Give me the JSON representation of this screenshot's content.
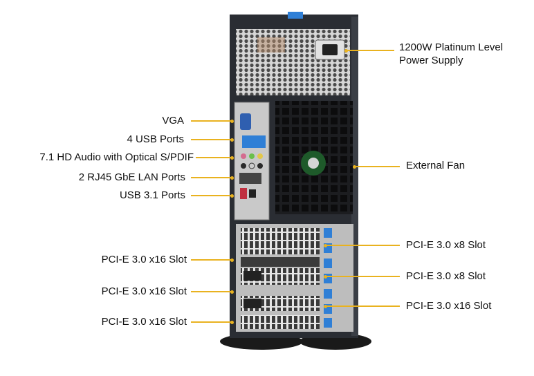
{
  "left_labels": [
    {
      "id": "vga",
      "text": "VGA"
    },
    {
      "id": "usb",
      "text": "4 USB Ports"
    },
    {
      "id": "audio",
      "text": "7.1 HD Audio with Optical S/PDIF"
    },
    {
      "id": "lan",
      "text": "2 RJ45 GbE LAN Ports"
    },
    {
      "id": "usb31",
      "text": "USB 3.1 Ports"
    },
    {
      "id": "pcie1",
      "text": "PCI-E 3.0 x16 Slot"
    },
    {
      "id": "pcie2",
      "text": "PCI-E 3.0 x16 Slot"
    },
    {
      "id": "pcie3",
      "text": "PCI-E 3.0 x16 Slot"
    }
  ],
  "right_labels": [
    {
      "id": "psu",
      "text": "1200W Platinum Level\nPower Supply"
    },
    {
      "id": "fan",
      "text": "External Fan"
    },
    {
      "id": "pcie_r1",
      "text": "PCI-E 3.0 x8 Slot"
    },
    {
      "id": "pcie_r2",
      "text": "PCI-E 3.0 x8 Slot"
    },
    {
      "id": "pcie_r3",
      "text": "PCI-E 3.0 x16 Slot"
    }
  ],
  "colors": {
    "leader": "#e9b21f",
    "chassis": "#2a2d33",
    "panel": "#c9c9c9",
    "accent_blue": "#2f7fd6"
  }
}
